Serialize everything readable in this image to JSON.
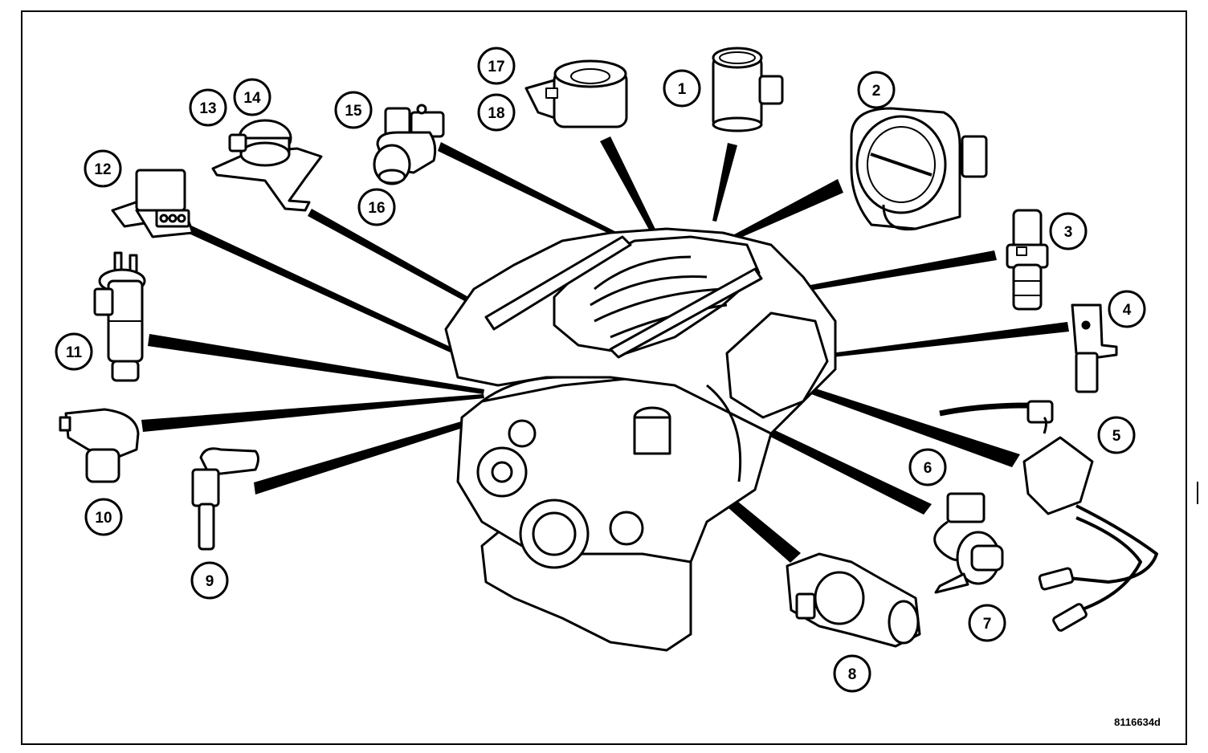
{
  "diagram": {
    "drawing_code": "8116634d",
    "colors": {
      "ink": "#000000",
      "paper": "#ffffff"
    },
    "callouts": [
      {
        "id": "1",
        "label": "1"
      },
      {
        "id": "2",
        "label": "2"
      },
      {
        "id": "3",
        "label": "3"
      },
      {
        "id": "4",
        "label": "4"
      },
      {
        "id": "5",
        "label": "5"
      },
      {
        "id": "6",
        "label": "6"
      },
      {
        "id": "7",
        "label": "7"
      },
      {
        "id": "8",
        "label": "8"
      },
      {
        "id": "9",
        "label": "9"
      },
      {
        "id": "10",
        "label": "10"
      },
      {
        "id": "11",
        "label": "11"
      },
      {
        "id": "12",
        "label": "12"
      },
      {
        "id": "13",
        "label": "13"
      },
      {
        "id": "14",
        "label": "14"
      },
      {
        "id": "15",
        "label": "15"
      },
      {
        "id": "16",
        "label": "16"
      },
      {
        "id": "17",
        "label": "17"
      },
      {
        "id": "18",
        "label": "18"
      }
    ]
  }
}
